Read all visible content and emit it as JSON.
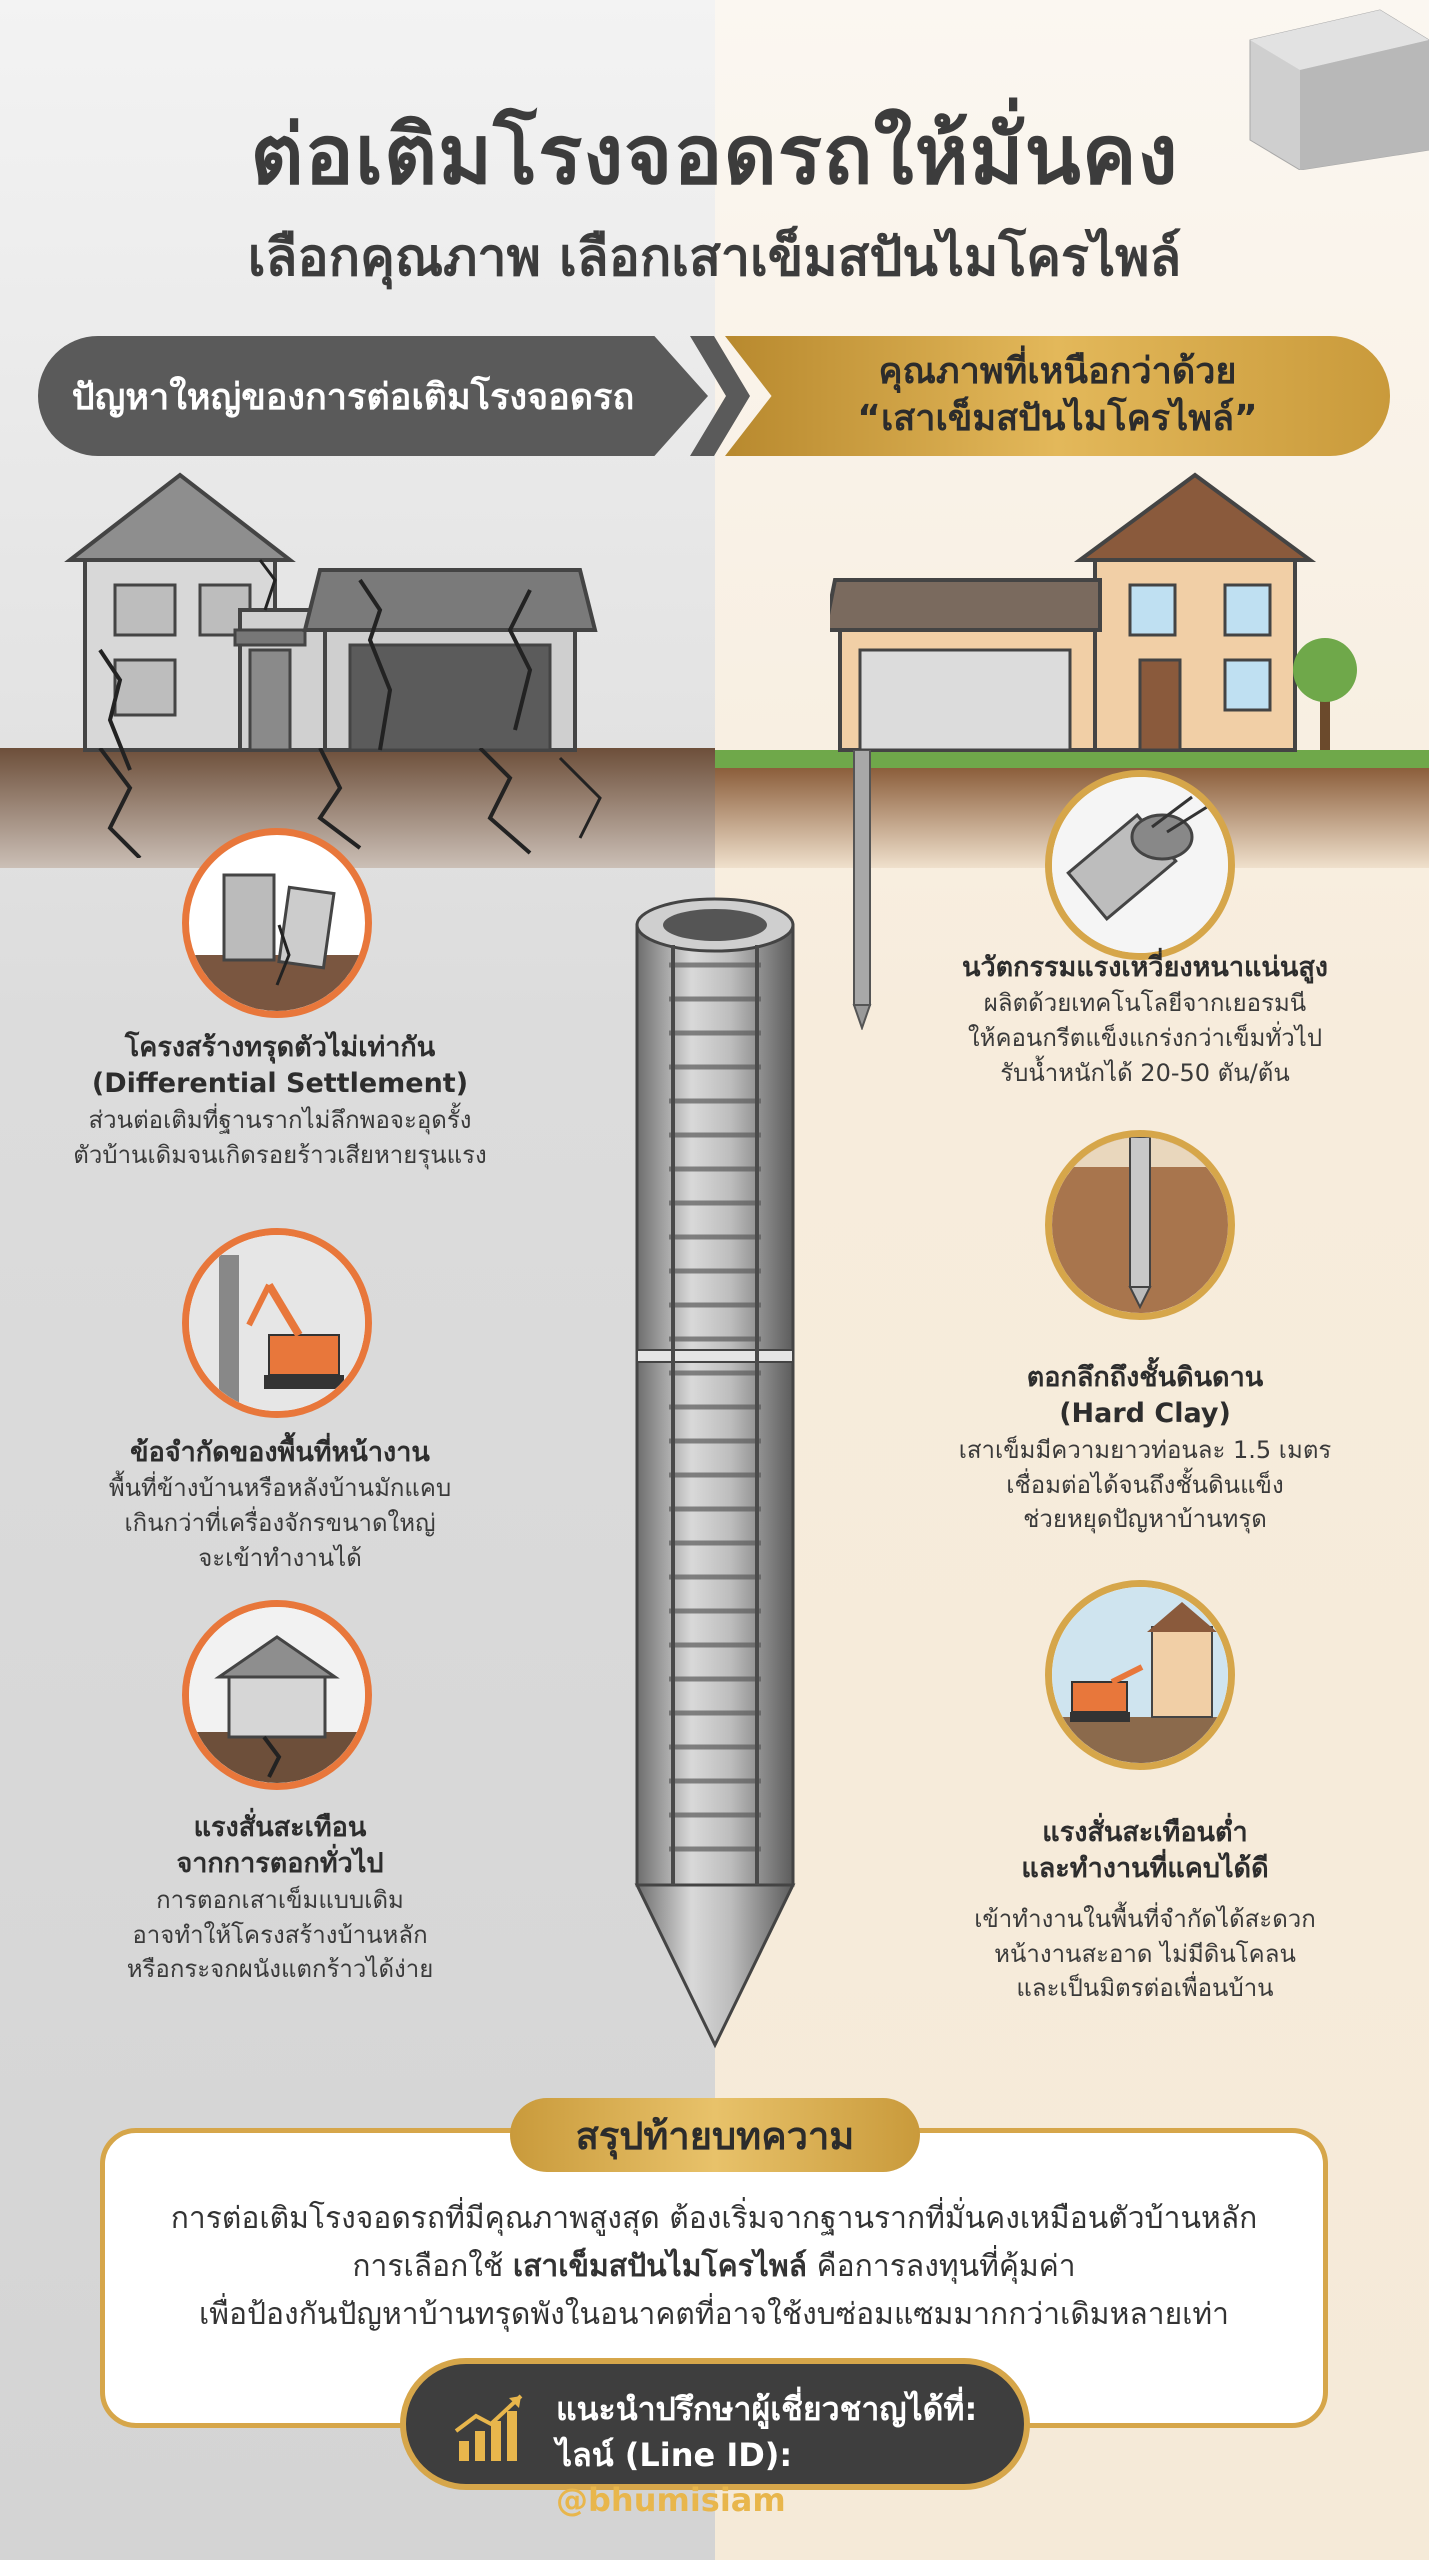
{
  "header": {
    "title": "ต่อเติมโรงจอดรถให้มั่นคง",
    "subtitle": "เลือกคุณภาพ เลือกเสาเข็มสปันไมโครไพล์"
  },
  "banners": {
    "left": "ปัญหาใหญ่ของการต่อเติมโรงจอดรถ",
    "right_line1": "คุณภาพที่เหนือกว่าด้วย",
    "right_line2": "“เสาเข็มสปันไมโครไพล์”"
  },
  "problems": [
    {
      "icon": "cracked-buildings-icon",
      "title1": "โครงสร้างทรุดตัวไม่เท่ากัน",
      "title2": "(Differential Settlement)",
      "desc1": "ส่วนต่อเติมที่ฐานรากไม่ลึกพอจะอุดรั้ง",
      "desc2": "ตัวบ้านเดิมจนเกิดรอยร้าวเสียหายรุนแรง"
    },
    {
      "icon": "excavator-narrow-space-icon",
      "title1": "ข้อจำกัดของพื้นที่หน้างาน",
      "desc1": "พื้นที่ข้างบ้านหรือหลังบ้านมักแคบ",
      "desc2": "เกินกว่าที่เครื่องจักรขนาดใหญ่",
      "desc3": "จะเข้าทำงานได้"
    },
    {
      "icon": "house-vibration-icon",
      "title1": "แรงสั่นสะเทือน",
      "title2": "จากการตอกทั่วไป",
      "desc1": "การตอกเสาเข็มแบบเดิม",
      "desc2": "อาจทำให้โครงสร้างบ้านหลัก",
      "desc3": "หรือกระจกผนังแตกร้าวได้ง่าย"
    }
  ],
  "benefits": [
    {
      "icon": "pile-cross-section-icon",
      "title1": "นวัตกรรมแรงเหวี่ยงหนาแน่นสูง",
      "desc1": "ผลิตด้วยเทคโนโลยีจากเยอรมนี",
      "desc2": "ให้คอนกรีตแข็งแกร่งกว่าเข็มทั่วไป",
      "desc3": "รับน้ำหนักได้ 20-50 ตัน/ต้น"
    },
    {
      "icon": "pile-in-soil-icon",
      "title1": "ตอกลึกถึงชั้นดินดาน",
      "title2": "(Hard Clay)",
      "desc1": "เสาเข็มมีความยาวท่อนละ 1.5 เมตร",
      "desc2": "เชื่อมต่อได้จนถึงชั้นดินแข็ง",
      "desc3": "ช่วยหยุดปัญหาบ้านทรุด"
    },
    {
      "icon": "small-excavator-house-icon",
      "title1": "แรงสั่นสะเทือนต่ำ",
      "title2": "และทำงานที่แคบได้ดี",
      "desc1": "เข้าทำงานในพื้นที่จำกัดได้สะดวก",
      "desc2": "หน้างานสะอาด ไม่มีดินโคลน",
      "desc3": "และเป็นมิตรต่อเพื่อนบ้าน"
    }
  ],
  "summary": {
    "tag": "สรุปท้ายบทความ",
    "line1": "การต่อเติมโรงจอดรถที่มีคุณภาพสูงสุด ต้องเริ่มจากฐานรากที่มั่นคงเหมือนตัวบ้านหลัก",
    "line2_pre": "การเลือกใช้ ",
    "line2_bold": "เสาเข็มสปันไมโครไพล์",
    "line2_post": " คือการลงทุนที่คุ้มค่า",
    "line3": "เพื่อป้องกันปัญหาบ้านทรุดพังในอนาคตที่อาจใช้งบซ่อมแซมมากกว่าเดิมหลายเท่า"
  },
  "contact": {
    "icon": "growth-chart-icon",
    "line1": "แนะนำปรึกษาผู้เชี่ยวชาญได้ที่:",
    "line2_label": "ไลน์ (Line ID): ",
    "line2_id": "@bhumisiam"
  },
  "colors": {
    "accent_orange": "#e8773b",
    "accent_gold": "#d6a64a",
    "dark_gray": "#5a5a5a"
  }
}
